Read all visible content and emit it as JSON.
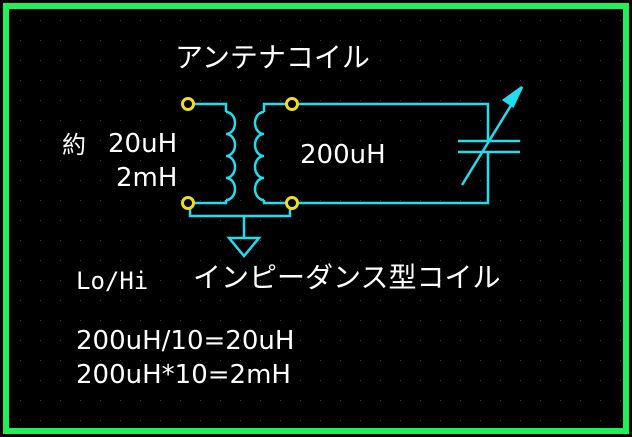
{
  "diagram": {
    "title": "アンテナコイル",
    "primary_label_prefix": "約",
    "primary_inductance_1": "20uH",
    "primary_inductance_2": "2mH",
    "secondary_inductance": "200uH",
    "coil_type_prefix": "Lo/Hi",
    "coil_type": "インピーダンス型コイル",
    "formula_1": "200uH/10=20uH",
    "formula_2": "200uH*10=2mH"
  },
  "colors": {
    "background": "#000000",
    "border": "#22ee55",
    "wire": "#22ddee",
    "terminal": "#eedd22",
    "text": "#ffffff",
    "grid_dot": "#3a3a3a"
  },
  "icons": [
    "ground-icon",
    "variable-capacitor-icon",
    "transformer-coil-icon",
    "terminal-icon"
  ]
}
